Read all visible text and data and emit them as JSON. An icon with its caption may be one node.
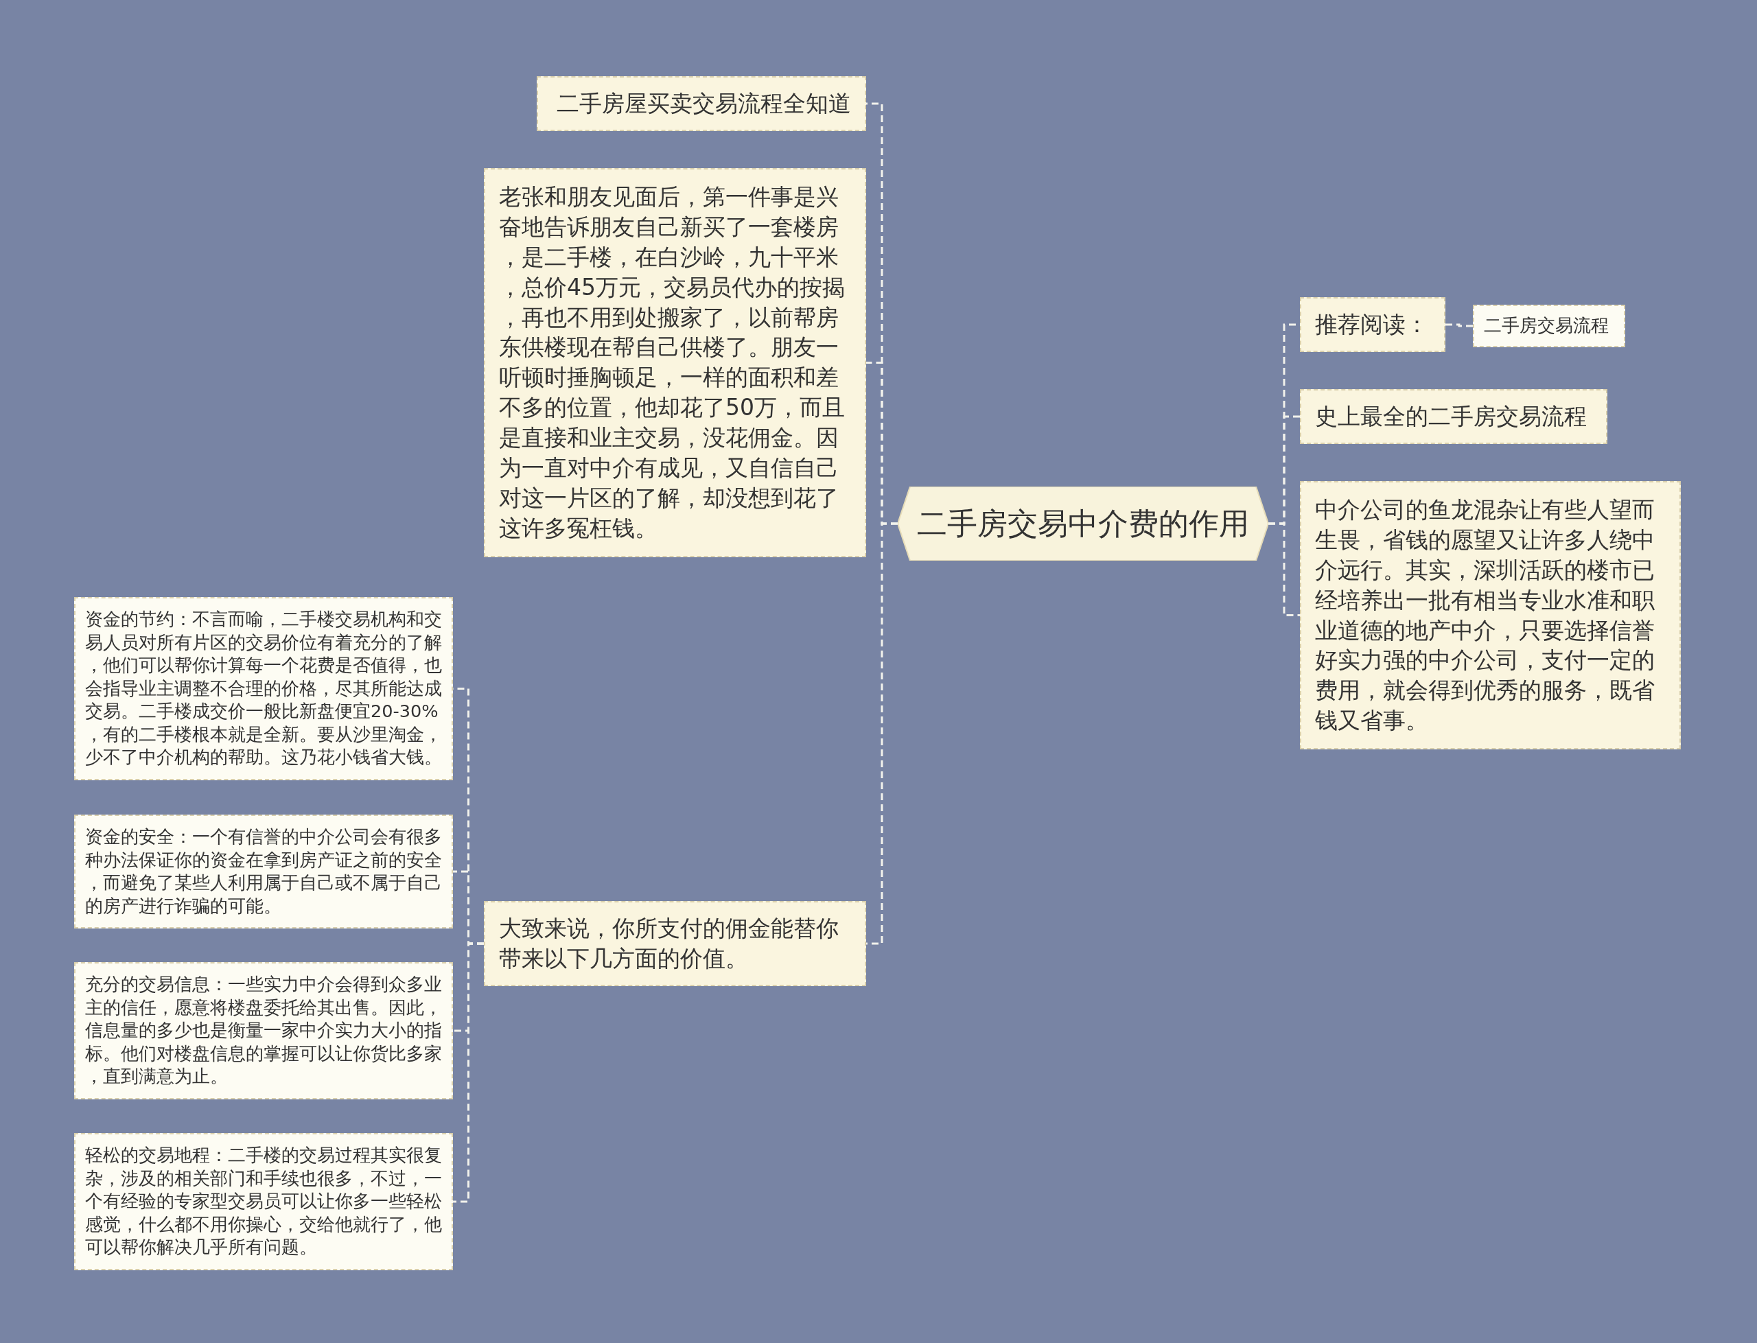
{
  "diagram": {
    "nodes": [
      {
        "text": [
          "二手房交易中介费的作用"
        ]
      },
      {
        "text": [
          "二手房屋买卖交易流程全知道"
        ]
      },
      {
        "text": [
          "老张和朋友见面后，第一件事是兴奋地告诉朋友自己新买了一套楼房，是二手楼，在白沙岭，九十平米，总价45万元，交易员代办的按揭，再也不用到处搬家了，以前帮房东供楼现在帮自己供楼了。朋友一听顿时捶胸顿足，一样的面积和差不多的位置，他却花了50万，而且是直接和业主交易，没花佣金。因为一直对中介有成见，又自信自己对这一片区的了解，却没想到花了这许多冤枉钱。"
        ]
      },
      {
        "text": [
          "大致来说，你所支付的佣金能替你带来以下几方面的价值。"
        ]
      },
      {
        "text": [
          "资金的节约：不言而喻，二手楼交易机构和交易人员对所有片区的交易价位有着充分的了解，他们可以帮你计算每一个花费是否值得，也会指导业主调整不合理的价格，尽其所能达成交易。二手楼成交价一般比新盘便宜20-30%，有的二手楼根本就是全新。要从沙里淘金，少不了中介机构的帮助。这乃花小钱省大钱。"
        ]
      },
      {
        "text": [
          "资金的安全：一个有信誉的中介公司会有很多种办法保证你的资金在拿到房产证之前的安全，而避免了某些人利用属于自己或不属于自己的房产进行诈骗的可能。"
        ]
      },
      {
        "text": [
          "充分的交易信息：一些实力中介会得到众多业主的信任，愿意将楼盘委托给其出售。因此，信息量的多少也是衡量一家中介实力大小的指标。他们对楼盘信息的掌握可以让你货比多家，直到满意为止。"
        ]
      },
      {
        "text": [
          "轻松的交易地程：二手楼的交易过程其实很复杂，涉及的相关部门和手续也很多，不过，一个有经验的专家型交易员可以让你多一些轻松感觉，什么都不用你操心，交给他就行了，他可以帮你解决几乎所有问题。"
        ]
      },
      {
        "text": [
          "推荐阅读："
        ]
      },
      {
        "text": [
          "二手房交易流程"
        ]
      },
      {
        "text": [
          "史上最全的二手房交易流程"
        ]
      },
      {
        "text": [
          "中介公司的鱼龙混杂让有些人望而生畏，省钱的愿望又让许多人绕中介远行。其实，深圳活跃的楼市已经培养出一批有相当专业水准和职业道德的地产中介，只要选择信誉好实力强的中介公司，支付一定的费用，就会得到优秀的服务，既省钱又省事。"
        ]
      }
    ],
    "edges": [
      {
        "from": 0,
        "to": 1,
        "arrow": "none",
        "style": "dashed"
      },
      {
        "from": 0,
        "to": 2,
        "arrow": "none",
        "style": "dashed"
      },
      {
        "from": 0,
        "to": 3,
        "arrow": "none",
        "style": "dashed"
      },
      {
        "from": 3,
        "to": 4,
        "arrow": "none",
        "style": "dashed"
      },
      {
        "from": 3,
        "to": 5,
        "arrow": "none",
        "style": "dashed"
      },
      {
        "from": 3,
        "to": 6,
        "arrow": "none",
        "style": "dashed"
      },
      {
        "from": 3,
        "to": 7,
        "arrow": "none",
        "style": "dashed"
      },
      {
        "from": 0,
        "to": 8,
        "arrow": "none",
        "style": "dashed"
      },
      {
        "from": 8,
        "to": 9,
        "arrow": "none",
        "style": "dashed"
      },
      {
        "from": 0,
        "to": 10,
        "arrow": "none",
        "style": "dashed"
      },
      {
        "from": 0,
        "to": 11,
        "arrow": "none",
        "style": "dashed"
      }
    ]
  }
}
